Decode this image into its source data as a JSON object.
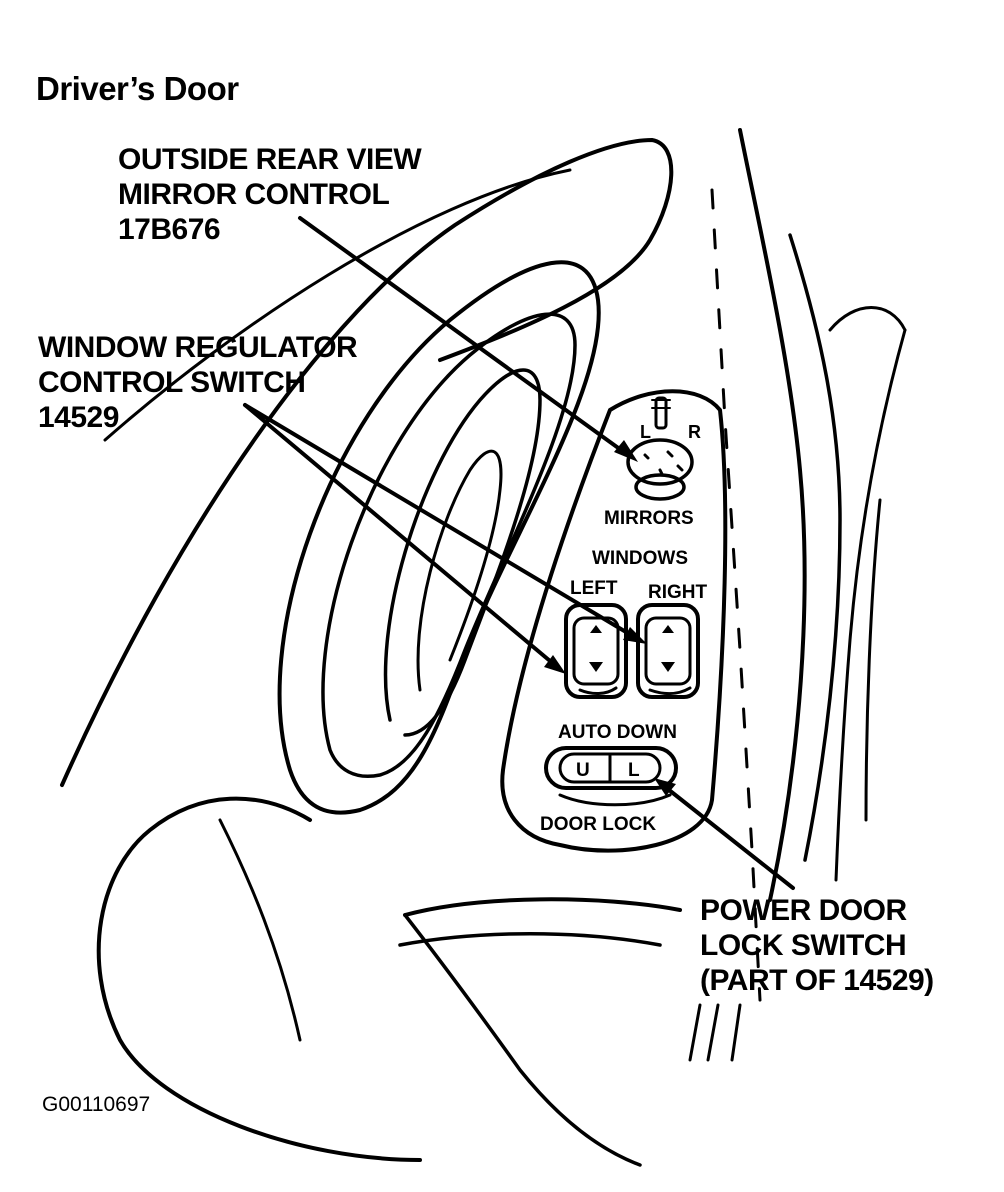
{
  "title": "Driver’s Door",
  "callouts": {
    "mirror_control": {
      "lines": [
        "OUTSIDE REAR VIEW",
        "MIRROR CONTROL",
        "17B676"
      ]
    },
    "window_switch": {
      "lines": [
        "WINDOW REGULATOR",
        "CONTROL SWITCH",
        "14529"
      ]
    },
    "door_lock": {
      "lines": [
        "POWER DOOR",
        "LOCK SWITCH",
        "(PART OF 14529)"
      ]
    }
  },
  "panel_labels": {
    "mirror_l": "L",
    "mirror_r": "R",
    "mirrors": "MIRRORS",
    "windows": "WINDOWS",
    "left": "LEFT",
    "right": "RIGHT",
    "auto_down": "AUTO DOWN",
    "unlock": "U",
    "lock": "L",
    "door_lock": "DOOR LOCK"
  },
  "figure_id": "G00110697",
  "colors": {
    "ink": "#000000",
    "paper": "#ffffff"
  }
}
